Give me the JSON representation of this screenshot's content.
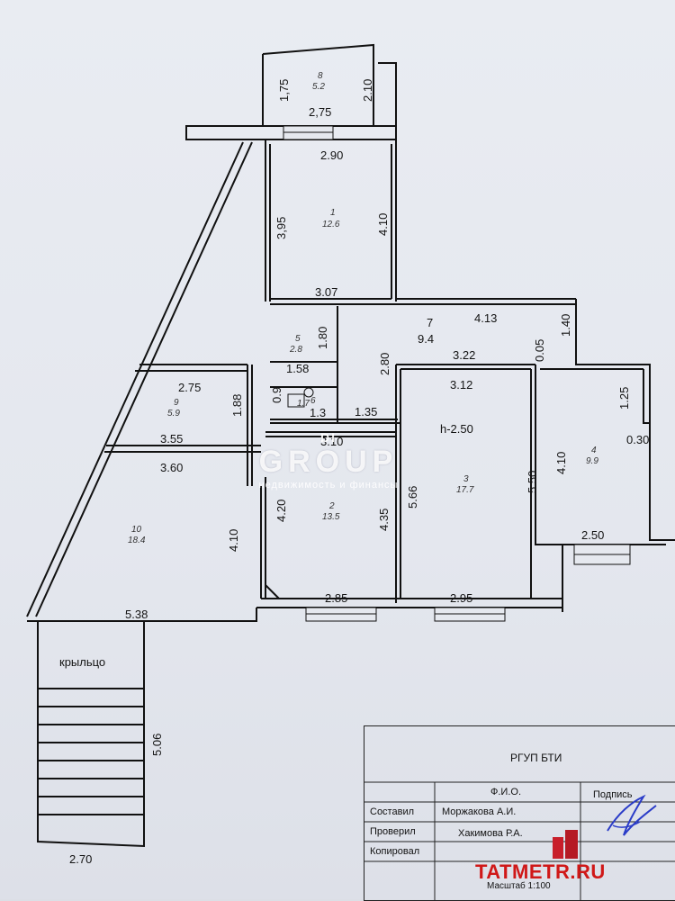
{
  "rooms": [
    {
      "no": "8",
      "area": "5.2"
    },
    {
      "no": "1",
      "area": "12.6"
    },
    {
      "no": "5",
      "area": "2.8"
    },
    {
      "no": "7",
      "area": "9.4"
    },
    {
      "no": "9",
      "area": "5.9"
    },
    {
      "no": "6",
      "area": "1.7"
    },
    {
      "no": "3",
      "area": "17.7"
    },
    {
      "no": "4",
      "area": "9.9"
    },
    {
      "no": "2",
      "area": "13.5"
    },
    {
      "no": "10",
      "area": "18.4"
    }
  ],
  "dimensions": {
    "d175": "1,75",
    "d210": "2.10",
    "d275a": "2,75",
    "d290": "2.90",
    "d395": "3,95",
    "d410a": "4.10",
    "d307": "3.07",
    "d413": "4.13",
    "d180": "1.80",
    "d140": "1.40",
    "d280": "2.80",
    "d322": "3.22",
    "d005": "0.05",
    "d158": "1.58",
    "d275b": "2.75",
    "d312": "3.12",
    "d125": "1.25",
    "d188": "1.88",
    "d09": "0.9",
    "d13": "1.3",
    "d135": "1.35",
    "d355": "3.55",
    "d310": "3.10",
    "d030": "0.30",
    "d360": "3.60",
    "d420": "4.20",
    "d566": "5.66",
    "d550": "5.50",
    "d410b": "4.10",
    "d435": "4.35",
    "d410c": "4.10",
    "d250": "2.50",
    "d285": "2.85",
    "d295": "2.95",
    "d538": "5.38",
    "d506": "5.06",
    "d270": "2.70"
  },
  "height_label": "h-2.50",
  "porch_label": "крыльцо",
  "watermark": {
    "top": "DI",
    "main": "GROUP",
    "sub": "недвижимость и финансы"
  },
  "stamp": {
    "org": "РГУП БТИ",
    "col_fio": "Ф.И.О.",
    "col_sign": "Подпись",
    "rows": [
      {
        "role": "Составил",
        "name": "Моржакова А.И."
      },
      {
        "role": "Проверил",
        "name": "Хакимова Р.А."
      },
      {
        "role": "Копировал",
        "name": ""
      }
    ],
    "scale": "Масштаб 1:100"
  },
  "site_logo": "TATMETR.RU",
  "colors": {
    "wall": "#111111",
    "paper": "#e6e9ef",
    "logo": "#d01818"
  }
}
